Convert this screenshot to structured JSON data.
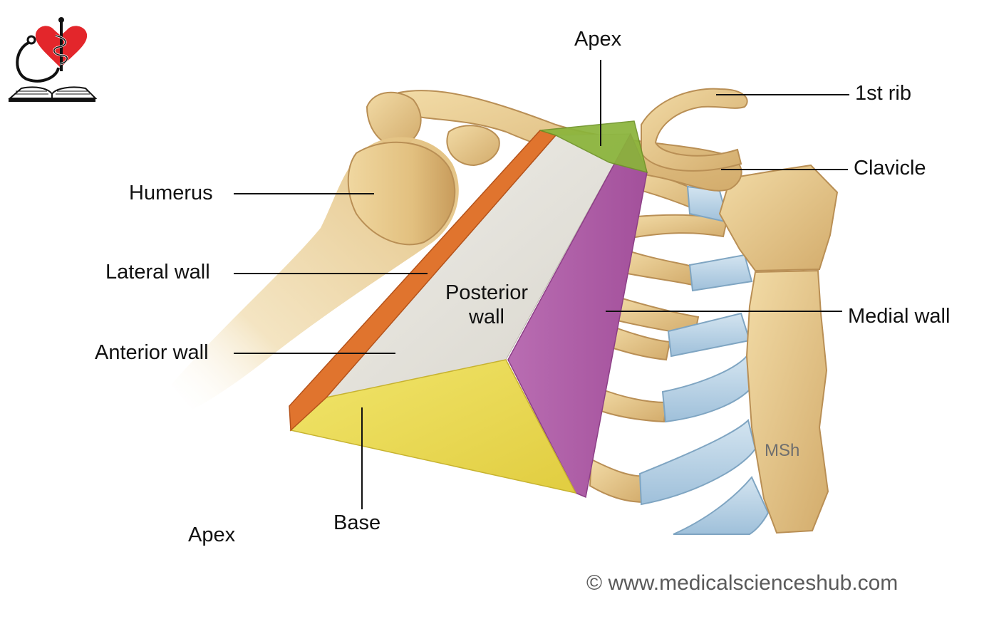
{
  "labels": {
    "apex_top": "Apex",
    "first_rib": "1st rib",
    "clavicle": "Clavicle",
    "humerus": "Humerus",
    "lateral_wall": "Lateral wall",
    "posterior_wall_line1": "Posterior",
    "posterior_wall_line2": "wall",
    "medial_wall": "Medial wall",
    "anterior_wall": "Anterior wall",
    "base": "Base",
    "apex_bottom": "Apex"
  },
  "artist_mark": "MSh",
  "copyright": "© www.medicalscienceshub.com",
  "colors": {
    "bone": "#e6c88c",
    "bone_shade": "#c9a161",
    "cartilage": "#b9d3e6",
    "lateral_wall": "#e0742e",
    "anterior_wall": "#e4e2dc",
    "medial_wall": "#b15fa8",
    "base": "#ecdd55",
    "apex": "#8ab43a",
    "logo_heart": "#e3262b"
  }
}
